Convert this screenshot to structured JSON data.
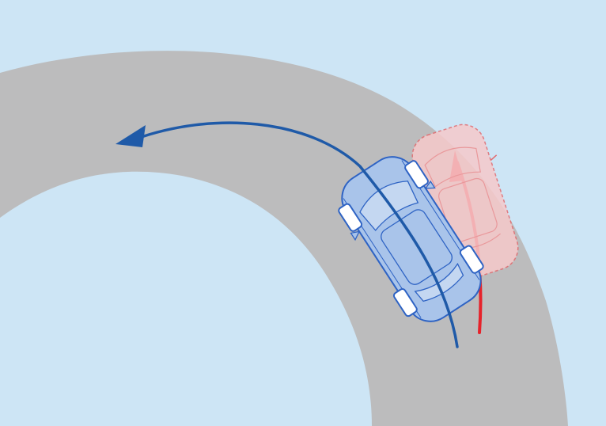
{
  "diagram": {
    "colors": {
      "background": "#cde5f5",
      "road": "#bcbcbd",
      "intended_path": "#1f5aa8",
      "actual_path": "#e6222a",
      "corrected_car_fill": "#a9c4ea",
      "corrected_car_outline": "#2e63c4",
      "ghost_car_fill": "#f6c9cb",
      "ghost_car_outline": "#e26a6e",
      "wheel_highlight": "#ffffff"
    },
    "elements": {
      "road": "curved-road",
      "corrected_path": "blue-arrow-left",
      "uncorrected_path": "red-arrow-straight",
      "corrected_vehicle": "blue-car",
      "uncorrected_vehicle": "pink-ghost-car"
    }
  }
}
